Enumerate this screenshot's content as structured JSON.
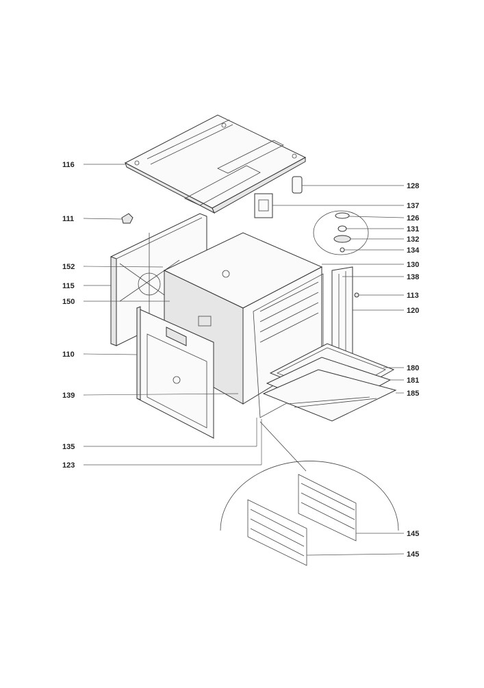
{
  "labels": [
    {
      "id": "116",
      "text": "116"
    },
    {
      "id": "111",
      "text": "111"
    },
    {
      "id": "152",
      "text": "152"
    },
    {
      "id": "115",
      "text": "115"
    },
    {
      "id": "150",
      "text": "150"
    },
    {
      "id": "110",
      "text": "110"
    },
    {
      "id": "139",
      "text": "139"
    },
    {
      "id": "135",
      "text": "135"
    },
    {
      "id": "123",
      "text": "123"
    },
    {
      "id": "128",
      "text": "128"
    },
    {
      "id": "137",
      "text": "137"
    },
    {
      "id": "126",
      "text": "126"
    },
    {
      "id": "131",
      "text": "131"
    },
    {
      "id": "132",
      "text": "132"
    },
    {
      "id": "134",
      "text": "134"
    },
    {
      "id": "130",
      "text": "130"
    },
    {
      "id": "138",
      "text": "138"
    },
    {
      "id": "113",
      "text": "113"
    },
    {
      "id": "120",
      "text": "120"
    },
    {
      "id": "180",
      "text": "180"
    },
    {
      "id": "181",
      "text": "181"
    },
    {
      "id": "185",
      "text": "185"
    },
    {
      "id": "145a",
      "text": "145"
    },
    {
      "id": "145b",
      "text": "145"
    }
  ]
}
